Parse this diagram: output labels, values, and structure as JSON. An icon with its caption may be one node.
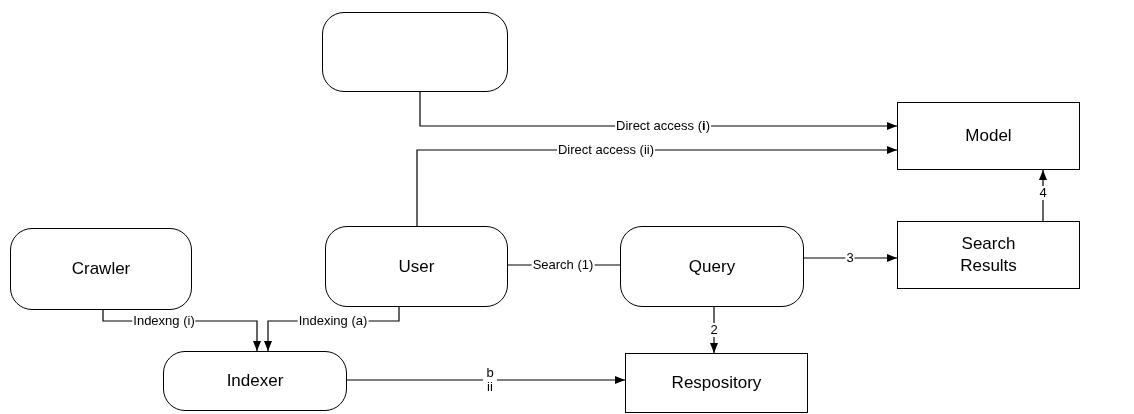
{
  "diagram": {
    "nodes": [
      {
        "text": [],
        "shape": "box"
      },
      {
        "text": [
          "Model"
        ]
      },
      {
        "text": [
          "Crawler"
        ]
      },
      {
        "text": [
          "User"
        ]
      },
      {
        "text": [
          "Query"
        ]
      },
      {
        "text": [
          "Search Results"
        ]
      },
      {
        "text": [
          "Indexer"
        ]
      },
      {
        "text": [
          "Respository"
        ]
      }
    ],
    "edges": [
      {
        "from": 0,
        "to": 1,
        "arrow": "to",
        "label": "Direct access (**i**)"
      },
      {
        "from": 3,
        "to": 1,
        "arrow": "to",
        "label": "Direct access (ii)"
      },
      {
        "from": 3,
        "to": 4,
        "arrow": "none",
        "label": "Search (1)"
      },
      {
        "from": 4,
        "to": 5,
        "arrow": "to",
        "label": "3"
      },
      {
        "from": 5,
        "to": 1,
        "arrow": "to",
        "label": "4"
      },
      {
        "from": 4,
        "to": 7,
        "arrow": "to",
        "label": "2"
      },
      {
        "from": 2,
        "to": 6,
        "arrow": "to",
        "label": "Indexng (i)"
      },
      {
        "from": 3,
        "to": 6,
        "arrow": "to",
        "label": "Indexing (a)"
      },
      {
        "from": 6,
        "to": 7,
        "arrow": "to",
        "label": "b ii"
      }
    ]
  }
}
